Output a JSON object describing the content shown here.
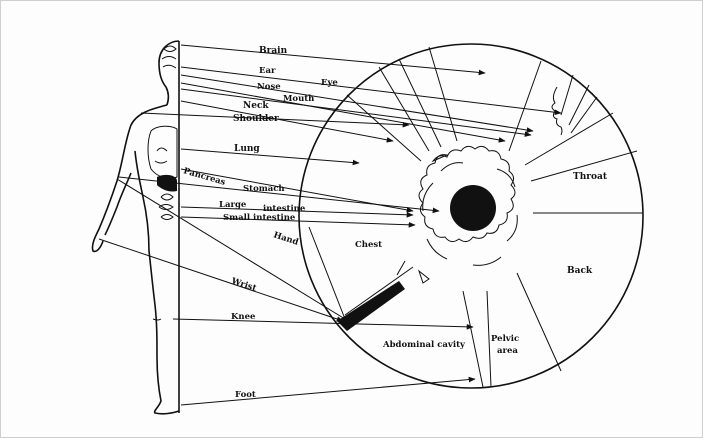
{
  "labels": {
    "brain": "Brain",
    "ear": "Ear",
    "eye": "Eye",
    "nose": "Nose",
    "mouth": "Mouth",
    "neck": "Neck",
    "shoulder": "Shoulder",
    "lung": "Lung",
    "pancreas": "Pancreas",
    "stomach": "Stomach",
    "large_intestine_1": "Large",
    "large_intestine_2": "intestine",
    "small_intestine": "Small intestine",
    "hand": "Hand",
    "chest": "Chest",
    "wrist": "Wrist",
    "knee": "Knee",
    "foot": "Foot",
    "throat": "Throat",
    "back": "Back",
    "abdominal_cavity": "Abdominal cavity",
    "pelvic_1": "Pelvic",
    "pelvic_2": "area"
  }
}
